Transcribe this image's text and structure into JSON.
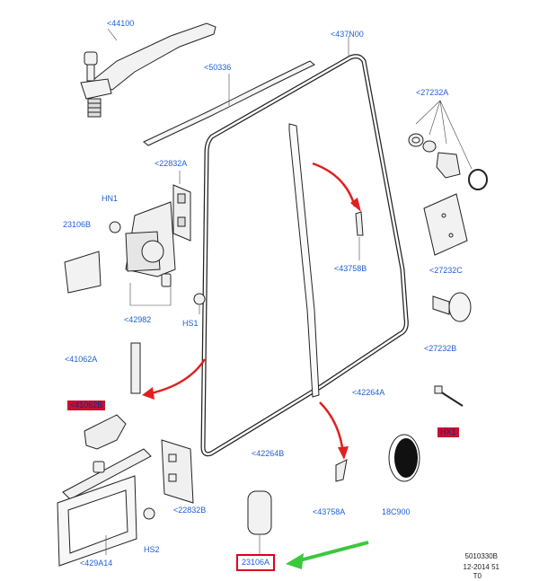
{
  "labels": {
    "l44100": "<44100",
    "l437n00": "<437N00",
    "l50336": "<50336",
    "l27232a": "<27232A",
    "l22832a": "<22832A",
    "lhn1": "HN1",
    "l23106b": "23106B",
    "l43758b": "<43758B",
    "l27232c": "<27232C",
    "l42982": "<42982",
    "lhs1": "HS1",
    "l27232b": "<27232B",
    "l41062a": "<41062A",
    "l42264a": "<42264A",
    "l41062b": "<41062B",
    "lhx1": "HX1",
    "l42264b": "<42264B",
    "l22832b": "<22832B",
    "l43758a": "<43758A",
    "l18c900": "18C900",
    "lhs2": "HS2",
    "l429a14": "<429A14",
    "l23106a": "23106A"
  },
  "reference": {
    "code": "5010330B",
    "date": "12-2014 51",
    "sheet": "T0"
  },
  "colors": {
    "label": "#1f5fd6",
    "highlight": "#c8102e",
    "arrow_red": "#e02020",
    "arrow_green": "#3cc83c",
    "box_border": "#e0001b"
  }
}
